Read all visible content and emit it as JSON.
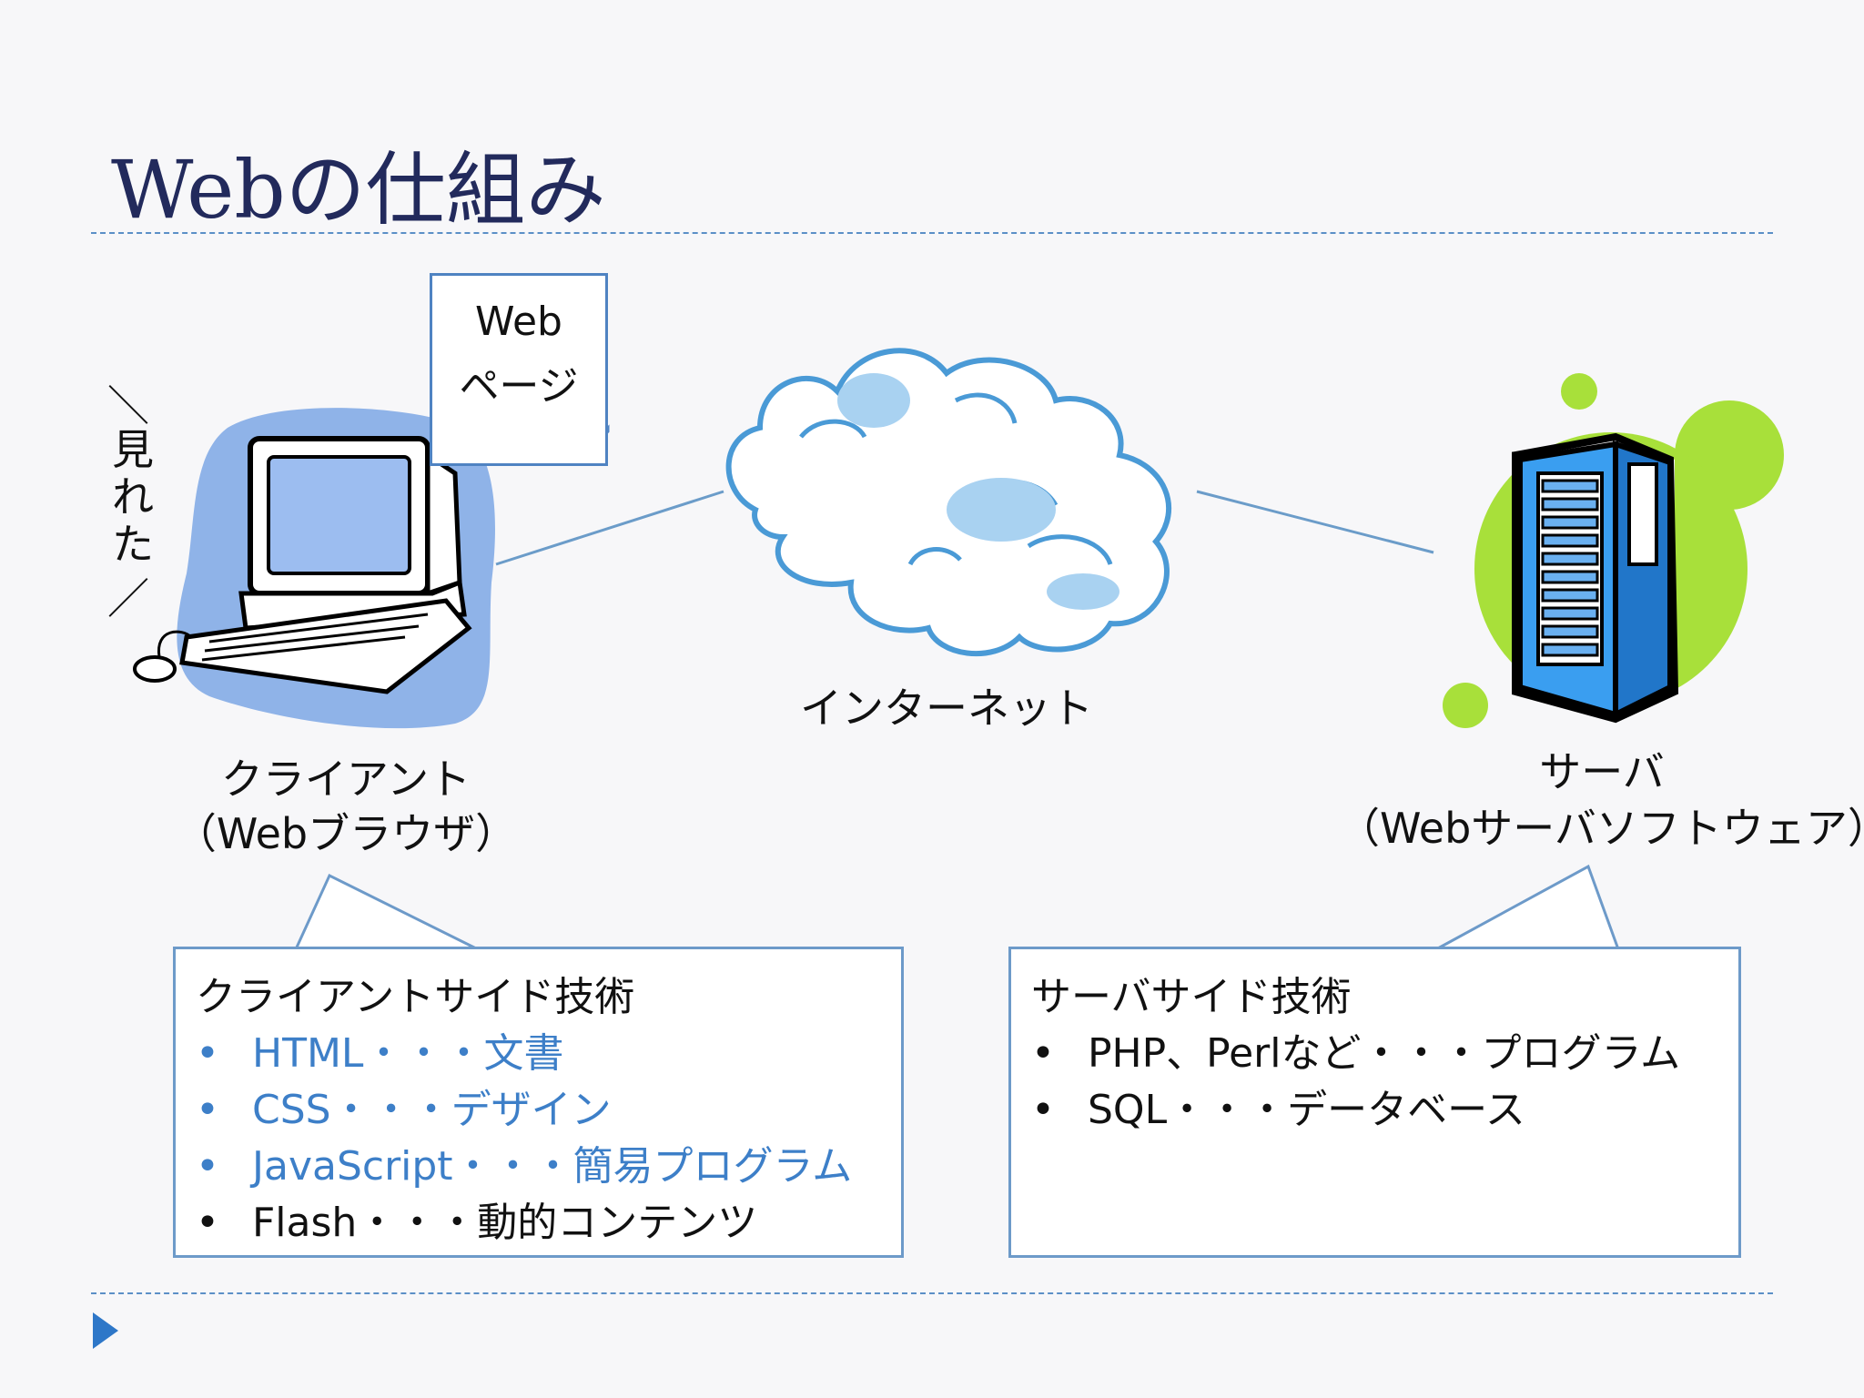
{
  "title": "Webの仕組み",
  "client": {
    "reaction_chars": [
      "見",
      "れ",
      "た"
    ],
    "label_line1": "クライアント",
    "label_line2": "（Webブラウザ）",
    "webpage_doc_line1": "Web",
    "webpage_doc_line2": "ページ"
  },
  "internet": {
    "label": "インターネット"
  },
  "server": {
    "label_line1": "サーバ",
    "label_line2": "（Webサーバソフトウェア）"
  },
  "client_box": {
    "title": "クライアントサイド技術",
    "items": [
      {
        "text": "HTML・・・文書",
        "color": "#3d7fc8"
      },
      {
        "text": "CSS・・・デザイン",
        "color": "#3d7fc8"
      },
      {
        "text": "JavaScript・・・簡易プログラム",
        "color": "#3d7fc8"
      },
      {
        "text": "Flash・・・動的コンテンツ",
        "color": "#111111"
      }
    ]
  },
  "server_box": {
    "title": "サーバサイド技術",
    "items": [
      {
        "text": "PHP、Perlなど・・・プログラム",
        "color": "#111111"
      },
      {
        "text": "SQL・・・データベース",
        "color": "#111111"
      }
    ]
  },
  "colors": {
    "title": "#222a5c",
    "accent_blue": "#3d7fc8",
    "computer_bg": "#8fb3e8",
    "server_bg": "#a8e03a",
    "server_body": "#3a9ef0",
    "cloud_stroke": "#4a9ad6"
  }
}
